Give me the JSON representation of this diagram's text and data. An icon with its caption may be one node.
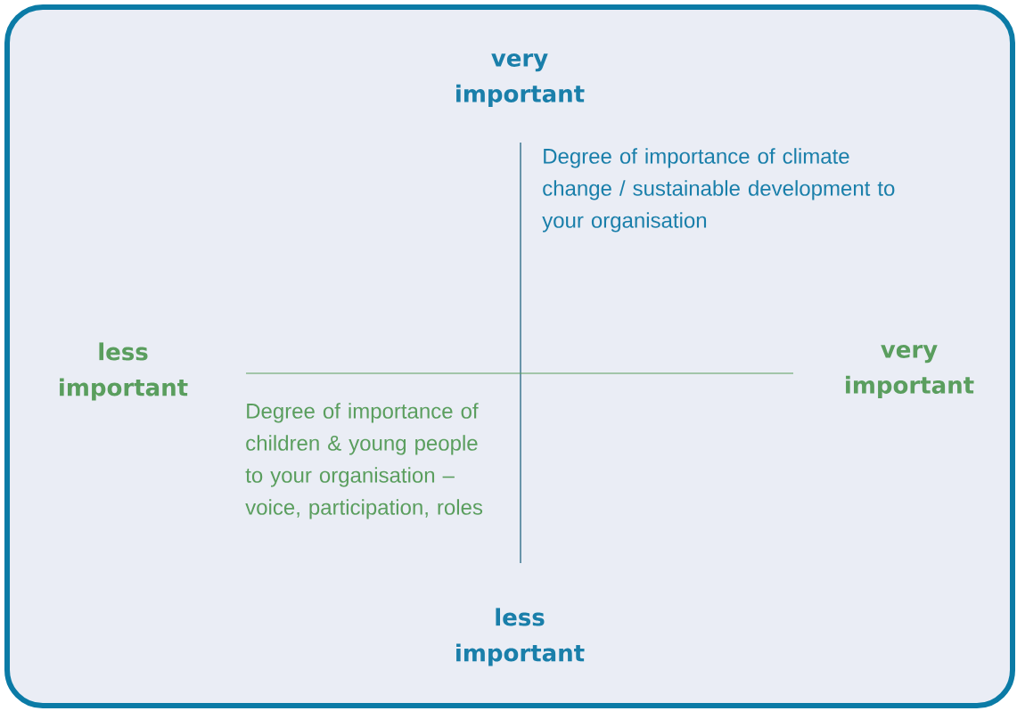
{
  "diagram": {
    "labels": [
      "very important",
      "Degree of importance of climate change / sustainable development to your organisation",
      "less important",
      "very important",
      "Degree of importance of children & young people to your organisation – voice, participation, roles",
      "less important"
    ]
  }
}
